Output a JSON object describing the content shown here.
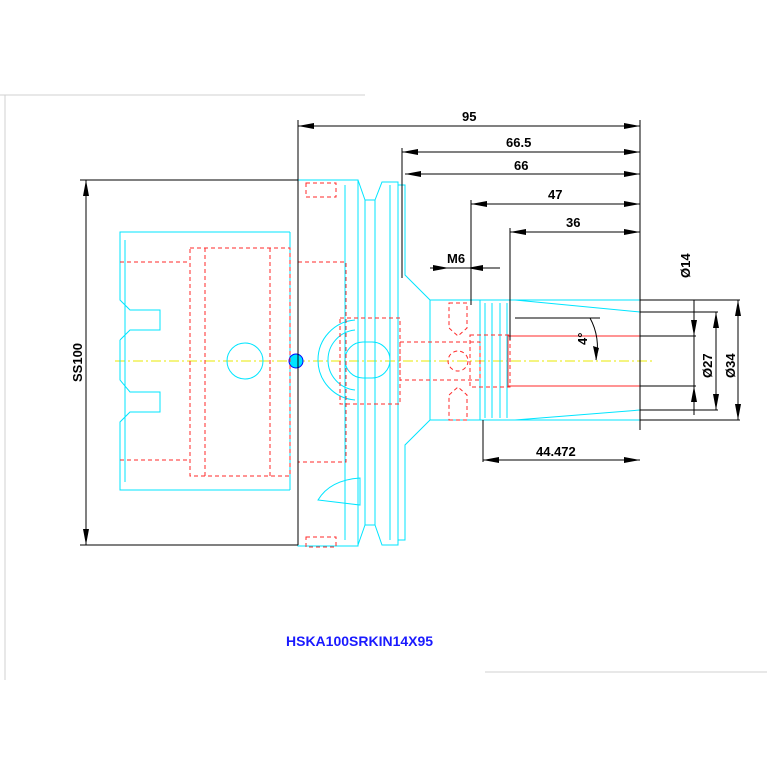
{
  "drawing": {
    "title": "HSKA100SRKIN14X95",
    "dimensions": {
      "overall_length": "95",
      "length_66_5": "66.5",
      "length_66": "66",
      "length_47": "47",
      "length_36": "36",
      "thread": "M6",
      "taper_angle": "4°",
      "bore_diameter": "Ø14",
      "diameter_27": "Ø27",
      "diameter_34": "Ø34",
      "flange_diameter": "SS100",
      "taper_length": "44.472"
    },
    "colors": {
      "outline": "#00e5ff",
      "hidden": "#ff2a2a",
      "dimension": "#000000",
      "centerline": "#e8e800",
      "title": "#1a1aff"
    }
  }
}
